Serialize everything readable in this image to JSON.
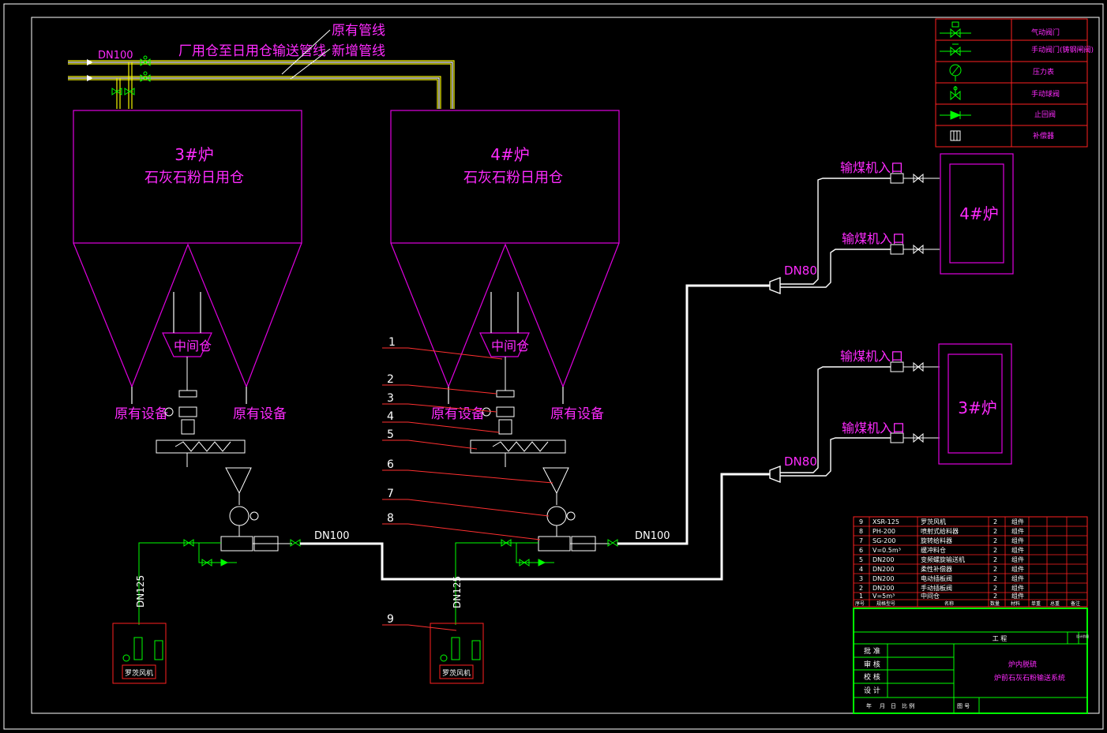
{
  "colors": {
    "background": "#000000",
    "frame": "#ffffff",
    "vessel": "#e000e0",
    "label_magenta": "#ff2bff",
    "existing_pipe": "#f5f500",
    "new_pipe": "#ffffff",
    "valve": "#00ff00",
    "leader": "#ff3030",
    "table_grid": "#ff2020",
    "table_text": "#ffffff",
    "title_grid": "#00ff00"
  },
  "top": {
    "dn_label": "DN100",
    "route_label": "厂用仓至日用仓输送管线",
    "existing_label": "原有管线",
    "new_label": "新增管线"
  },
  "silo3": {
    "line1": "3#炉",
    "line2": "石灰石粉日用仓",
    "mid_bin": "中间仓",
    "left_eq": "原有设备",
    "right_eq": "原有设备",
    "dn_out": "DN100",
    "dn_blower": "DN125",
    "blower": "罗茨风机"
  },
  "silo4": {
    "line1": "4#炉",
    "line2": "石灰石粉日用仓",
    "mid_bin": "中间仓",
    "left_eq": "原有设备",
    "right_eq": "原有设备",
    "dn_out": "DN100",
    "dn_blower": "DN125",
    "blower": "罗茨风机"
  },
  "furnace4": {
    "name": "4#炉",
    "inlet_top": "输煤机入口",
    "inlet_bottom": "输煤机入口",
    "dn": "DN80"
  },
  "furnace3": {
    "name": "3#炉",
    "inlet_top": "输煤机入口",
    "inlet_bottom": "输煤机入口",
    "dn": "DN80"
  },
  "leaders": [
    "1",
    "2",
    "3",
    "4",
    "5",
    "6",
    "7",
    "8",
    "9"
  ],
  "legend": [
    {
      "icon": "pneumatic-valve-icon",
      "label": "气动阀门"
    },
    {
      "icon": "manual-valve-icon",
      "label": "手动阀门(铸钢闸阀)"
    },
    {
      "icon": "pressure-gauge-icon",
      "label": "压力表"
    },
    {
      "icon": "manual-ball-valve-icon",
      "label": "手动球阀"
    },
    {
      "icon": "check-valve-icon",
      "label": "止回阀"
    },
    {
      "icon": "compensator-icon",
      "label": "补偿器"
    }
  ],
  "parts_table": {
    "rows": [
      {
        "no": "9",
        "spec": "XSR-125",
        "name": "罗茨风机",
        "qty": "2",
        "unit": "组件"
      },
      {
        "no": "8",
        "spec": "PH-200",
        "name": "喷射式给料器",
        "qty": "2",
        "unit": "组件"
      },
      {
        "no": "7",
        "spec": "SG-200",
        "name": "旋转给料器",
        "qty": "2",
        "unit": "组件"
      },
      {
        "no": "6",
        "spec": "V=0.5m³",
        "name": "缓冲料仓",
        "qty": "2",
        "unit": "组件"
      },
      {
        "no": "5",
        "spec": "DN200",
        "name": "变频螺旋输送机",
        "qty": "2",
        "unit": "组件"
      },
      {
        "no": "4",
        "spec": "DN200",
        "name": "柔性补偿器",
        "qty": "2",
        "unit": "组件"
      },
      {
        "no": "3",
        "spec": "DN200",
        "name": "电动插板阀",
        "qty": "2",
        "unit": "组件"
      },
      {
        "no": "2",
        "spec": "DN200",
        "name": "手动插板阀",
        "qty": "2",
        "unit": "组件"
      },
      {
        "no": "1",
        "spec": "V=5m³",
        "name": "中间仓",
        "qty": "2",
        "unit": "组件"
      }
    ],
    "header": [
      "序号",
      "规格型号",
      "名称",
      "数量",
      "材料",
      "单重",
      "总重",
      "备注"
    ]
  },
  "title_block": {
    "project": "工 程",
    "roles": [
      "批 准",
      "审 核",
      "校 核",
      "设 计"
    ],
    "footer": [
      "年",
      "月",
      "日",
      "比 例",
      "图 号"
    ],
    "title_line1": "炉内脱硫",
    "title_line2": "炉前石灰石粉输送系统",
    "stage_label": "设计阶段"
  }
}
